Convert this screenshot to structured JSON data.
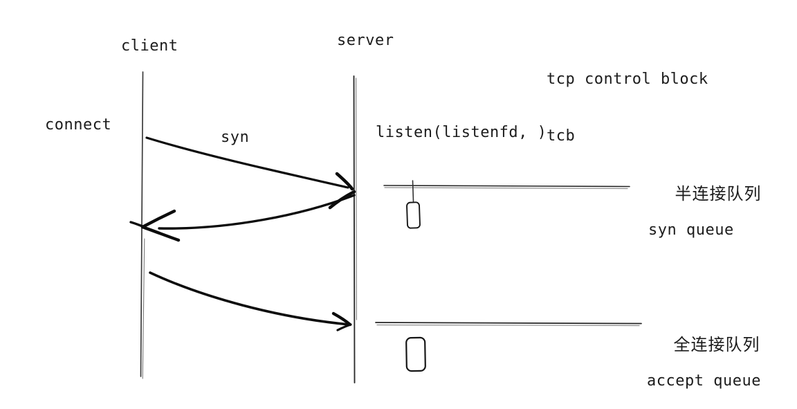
{
  "colors": {
    "ink": "#0c0c0c",
    "line_gray": "#3b3b3b",
    "background": "#ffffff",
    "text": "#1c1c1c"
  },
  "participants": {
    "client": "client",
    "server": "server"
  },
  "annotations": {
    "tcb_line1": "tcp control block",
    "tcb_line2": "tcb",
    "connect": "connect",
    "syn": "syn",
    "listen": "listen(listenfd, )"
  },
  "queues": {
    "syn": {
      "label_cn": "半连接队列",
      "label_en": "syn queue"
    },
    "accept": {
      "label_cn": "全连接队列",
      "label_en": "accept queue"
    }
  }
}
